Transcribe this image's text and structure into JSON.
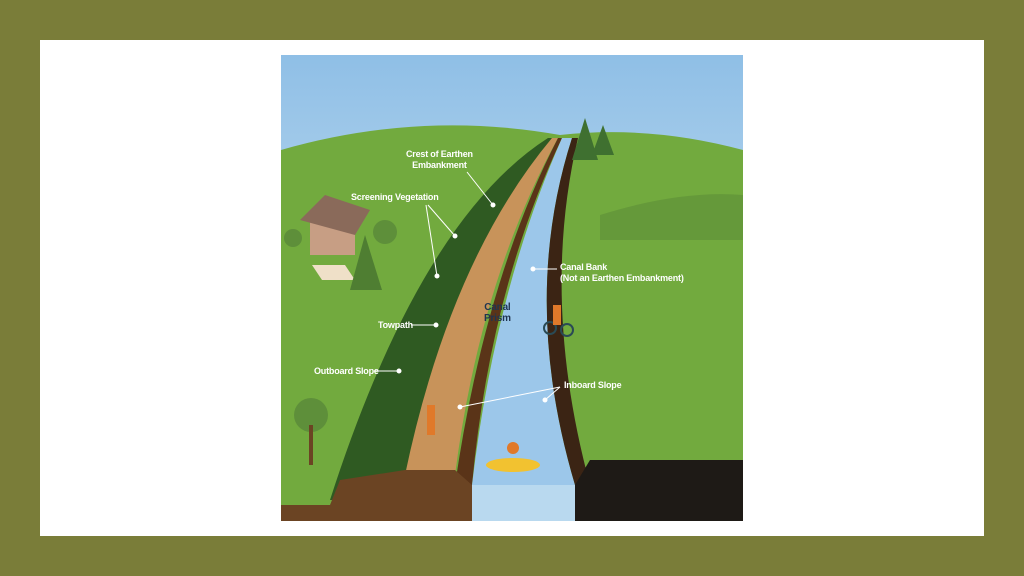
{
  "diagram": {
    "labels": {
      "crest_line1": "Crest of Earthen",
      "crest_line2": "Embankment",
      "screening": "Screening Vegetation",
      "canal_bank_line1": "Canal Bank",
      "canal_bank_line2": "(Not an Earthen Embankment)",
      "prism_line1": "Canal",
      "prism_line2": "Prism",
      "towpath": "Towpath",
      "outboard": "Outboard Slope",
      "inboard": "Inboard Slope"
    },
    "colors": {
      "frame": "#7a7d39",
      "grass": "#6fa83c",
      "water": "#9cc7ea",
      "towpath": "#c8935a",
      "soil": "#5a3418"
    }
  }
}
